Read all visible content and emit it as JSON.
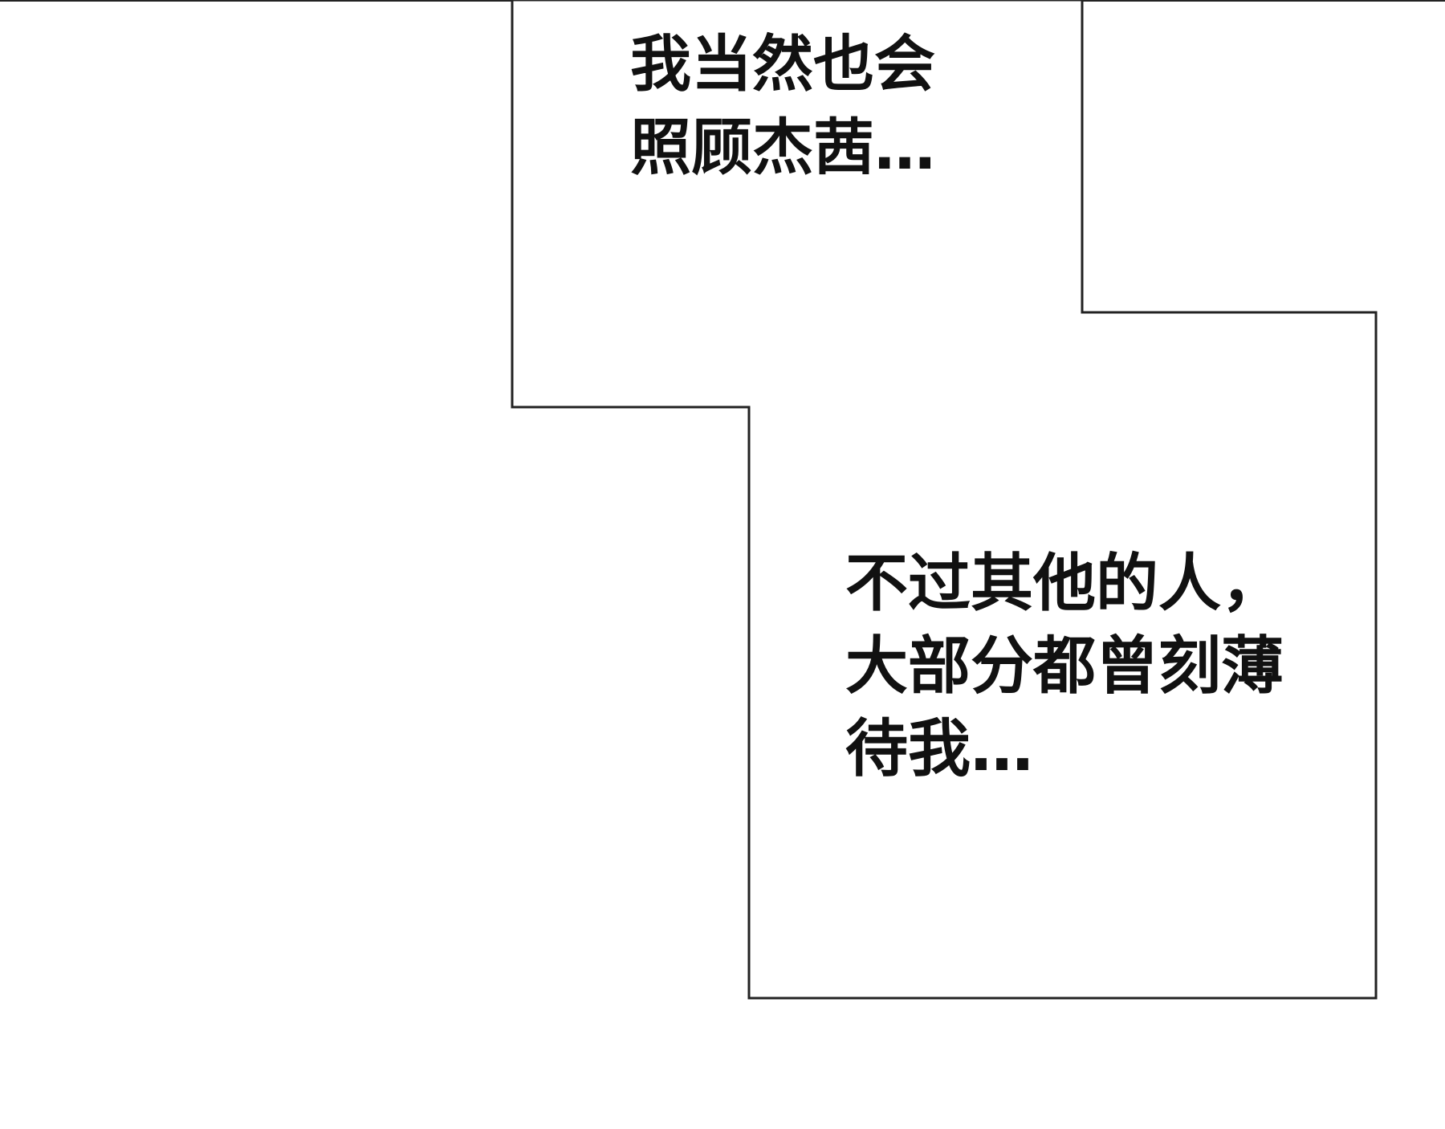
{
  "panel": {
    "bubble_top": {
      "lines": [
        "我当然也会",
        "照顾杰茜…"
      ]
    },
    "bubble_bottom": {
      "lines": [
        "不过其他的人，",
        "大部分都曾刻薄",
        "待我…"
      ]
    }
  }
}
